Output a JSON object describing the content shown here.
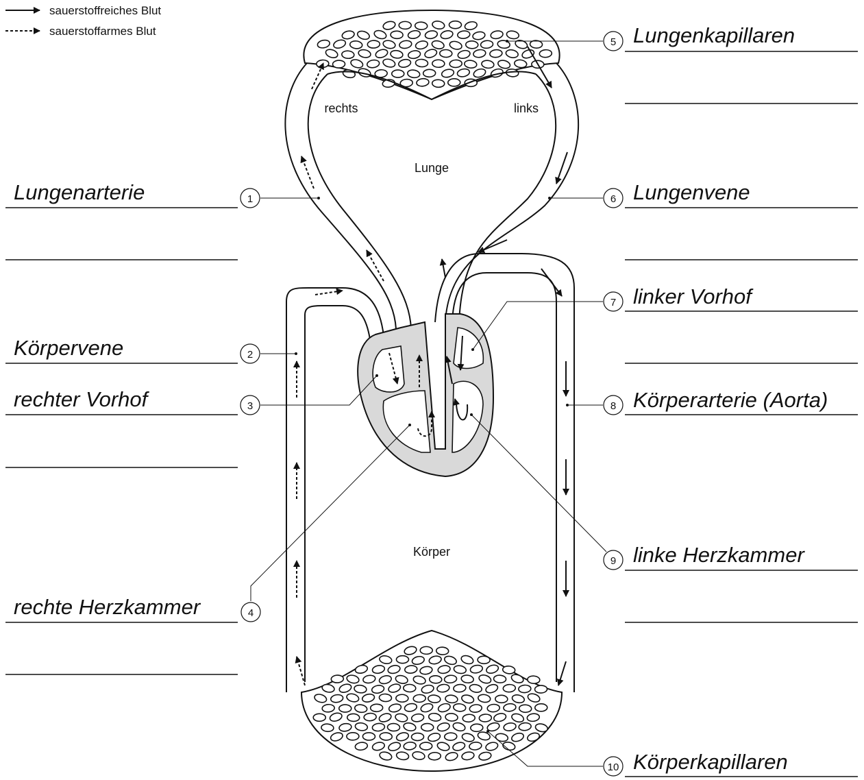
{
  "legend": {
    "solid_label": "sauerstoffreiches Blut",
    "dashed_label": "sauerstoffarmes Blut"
  },
  "regions": {
    "right": "rechts",
    "left": "links",
    "lung": "Lunge",
    "body": "Körper"
  },
  "labels": [
    {
      "number": "1",
      "text": "Lungenarterie"
    },
    {
      "number": "2",
      "text": "Körpervene"
    },
    {
      "number": "3",
      "text": "rechter Vorhof"
    },
    {
      "number": "4",
      "text": "rechte Herzkammer"
    },
    {
      "number": "5",
      "text": "Lungenkapillaren"
    },
    {
      "number": "6",
      "text": "Lungenvene"
    },
    {
      "number": "7",
      "text": "linker Vorhof"
    },
    {
      "number": "8",
      "text": "Körperarterie (Aorta)"
    },
    {
      "number": "9",
      "text": "linke Herzkammer"
    },
    {
      "number": "10",
      "text": "Körperkapillaren"
    }
  ]
}
